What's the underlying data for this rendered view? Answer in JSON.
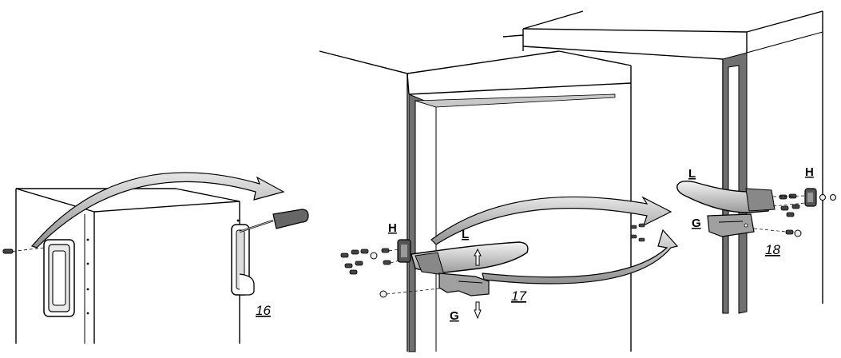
{
  "figure": {
    "steps": [
      {
        "number": "16"
      },
      {
        "number": "17"
      },
      {
        "number": "18"
      }
    ],
    "part_labels": {
      "handle": "L",
      "bracket_h": "H",
      "bracket_g": "G"
    }
  }
}
